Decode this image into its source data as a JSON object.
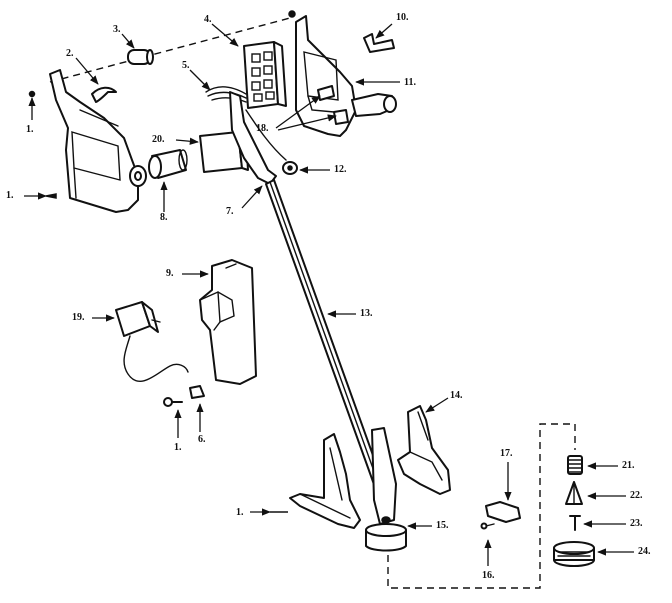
{
  "callouts": {
    "c1": "1.",
    "c1b": "1.",
    "c1c": "1.",
    "c1d": "1.",
    "c2": "2.",
    "c3": "3.",
    "c4": "4.",
    "c5": "5.",
    "c6": "6.",
    "c7": "7.",
    "c8": "8.",
    "c9": "9.",
    "c10": "10.",
    "c11": "11.",
    "c12": "12.",
    "c13": "13.",
    "c14": "14.",
    "c15": "15.",
    "c16": "16.",
    "c17": "17.",
    "c18": "18.",
    "c19": "19.",
    "c20": "20.",
    "c21": "21.",
    "c22": "22.",
    "c23": "23.",
    "c24": "24."
  }
}
